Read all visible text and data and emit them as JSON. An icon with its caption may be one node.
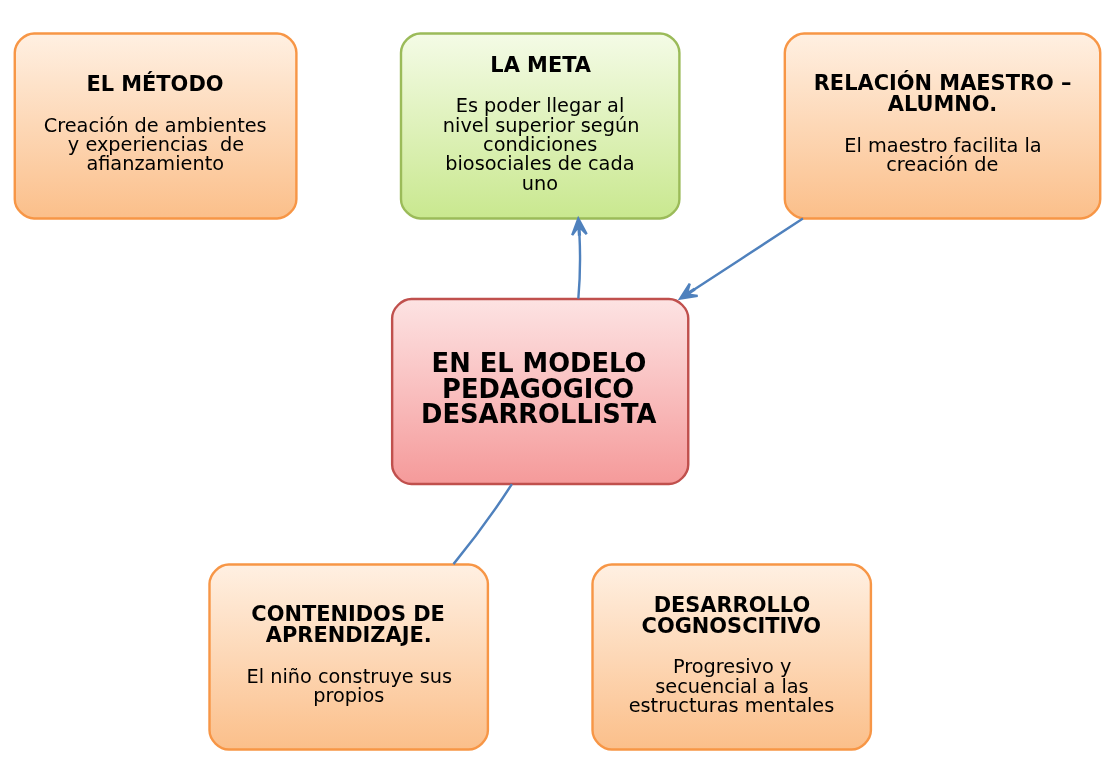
{
  "diagram": {
    "nodes": [
      {
        "text": [
          "LA META",
          "Es poder llegar al nivel superior según condiciones biosociales de cada uno"
        ]
      },
      {
        "text": [
          "EL MÉTODO",
          "Creación de ambientes y experiencias  de afianzamiento"
        ]
      },
      {
        "text": [
          "EN EL MODELO PEDAGOGICO DESARROLLISTA"
        ]
      },
      {
        "text": [
          "RELACIÓN MAESTRO – ALUMNO.",
          "El maestro facilita la creación de"
        ]
      },
      {
        "text": [
          "CONTENIDOS DE APRENDIZAJE.",
          "El niño construye sus propios"
        ]
      },
      {
        "text": [
          "DESARROLLO COGNOSCITIVO",
          "Progresivo y secuencial a las estructuras mentales"
        ]
      }
    ],
    "edges": [
      {
        "from": 2,
        "to": 0,
        "arrow": "to"
      },
      {
        "from": 3,
        "to": 2,
        "arrow": "to"
      },
      {
        "from": 4,
        "to": 2,
        "arrow": "none"
      }
    ]
  }
}
